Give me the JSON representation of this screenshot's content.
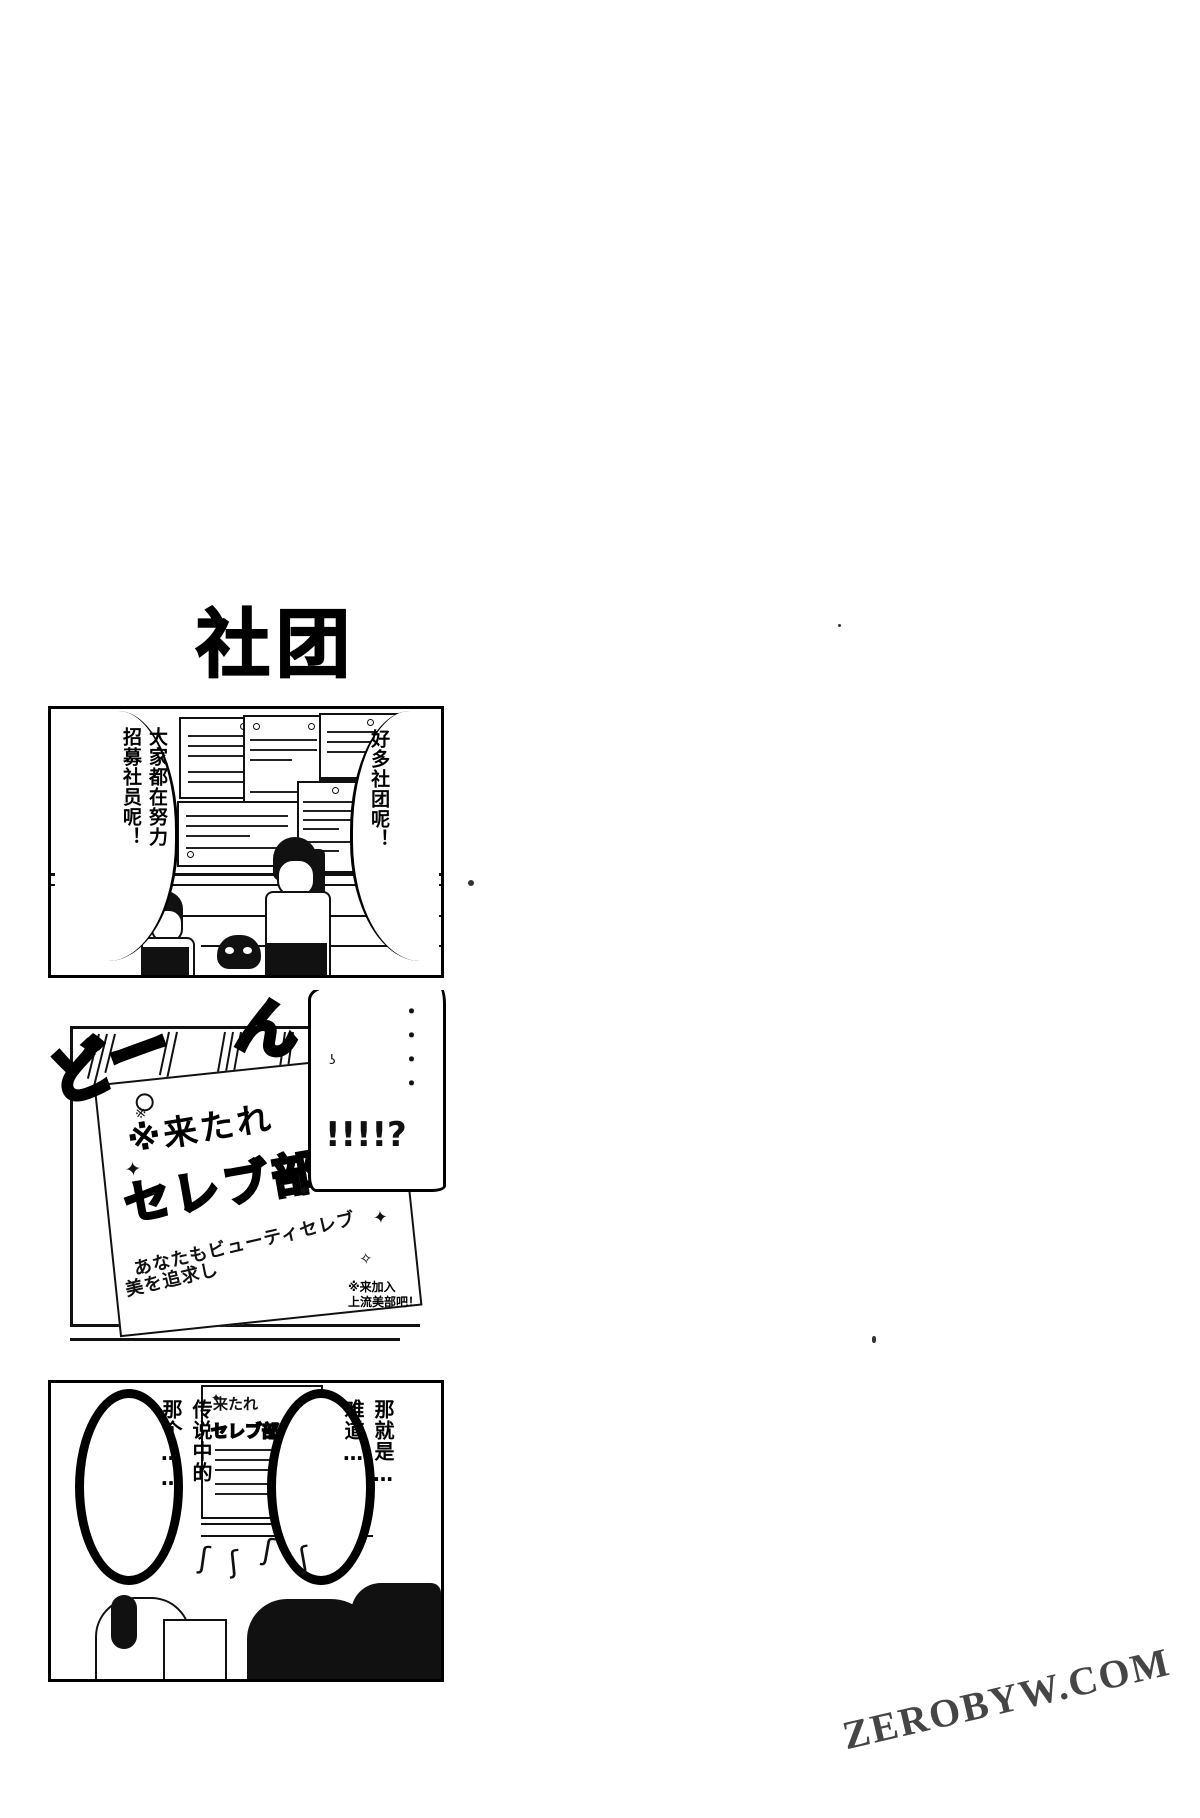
{
  "page": {
    "title": "社团",
    "watermark": "ZEROBYW.COM",
    "background_color": "#ffffff",
    "ink_color": "#000000"
  },
  "panels": [
    {
      "id": "panel-1",
      "scene": "学校公告栏前，两名女生站在贴满社团招募海报的布告板旁",
      "bubbles": [
        {
          "id": "bubble-1",
          "side": "left",
          "lines": [
            "大家都在努力",
            "招募社员呢！"
          ]
        },
        {
          "id": "bubble-2",
          "side": "right",
          "lines": [
            "好多社团呢！"
          ]
        }
      ],
      "board": {
        "posters": [
          {
            "lines": 3
          },
          {
            "lines": 3
          },
          {
            "lines": 4
          },
          {
            "lines": 3
          },
          {
            "lines": 5
          }
        ]
      }
    },
    {
      "id": "panel-2",
      "scene": "特写：一张巨大的社团招募海报突然出现",
      "sfx": [
        {
          "id": "sfx-don-1",
          "text": "どー"
        },
        {
          "id": "sfx-don-2",
          "text": "ん"
        }
      ],
      "poster": {
        "heading": "※来たれ",
        "club_name": "セレブ部",
        "sub_line_1": "あなたもビューティセレブ",
        "sub_line_2": "美を追求し"
      },
      "translator_note": [
        "※来加入",
        "上流美部吧！"
      ],
      "reaction_bubble": {
        "id": "bubble-3",
        "dots": "・・・・",
        "bang": "!!!!?"
      }
    },
    {
      "id": "panel-3",
      "scene": "两人瞪大眼睛震惊地盯着海报",
      "bubbles": [
        {
          "id": "bubble-5",
          "side": "left",
          "lines": [
            "传说中的",
            "那个……"
          ]
        },
        {
          "id": "bubble-6",
          "side": "right",
          "lines": [
            "难道…",
            "那就是…"
          ]
        }
      ],
      "mini_poster": {
        "heading": "来たれ",
        "club_name": "セレブ部"
      }
    }
  ]
}
